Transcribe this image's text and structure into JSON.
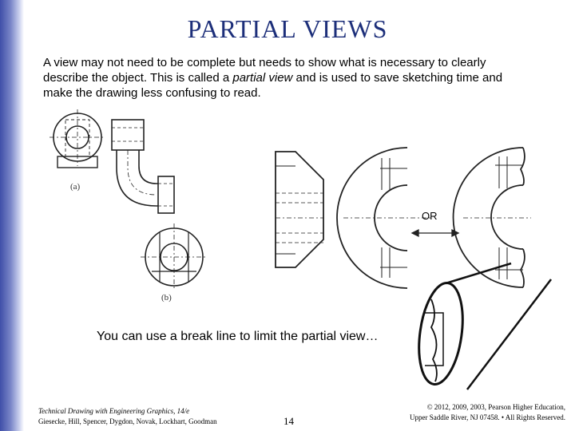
{
  "slide": {
    "title": "PARTIAL VIEWS",
    "intro_part1": "A view may not need to be complete but needs to show what is necessary to clearly describe the object. This is called a ",
    "intro_emphasis": "partial view",
    "intro_part2": " and is used to save sketching time and make the drawing less confusing to read.",
    "caption": "You can use a break line to limit the partial view…",
    "or_label": "OR",
    "page_number": "14"
  },
  "figures": {
    "label_a": "(a)",
    "label_b": "(b)"
  },
  "footer": {
    "book_title": "Technical Drawing with Engineering Graphics, 14/e",
    "authors": "Giesecke, Hill, Spencer, Dygdon, Novak, Lockhart, Goodman",
    "copyright_line1": "© 2012, 2009, 2003, Pearson Higher Education,",
    "copyright_line2": "Upper Saddle River, NJ 07458. • All Rights Reserved."
  },
  "colors": {
    "title": "#1d2f7a",
    "band": "#3f4fa8"
  }
}
